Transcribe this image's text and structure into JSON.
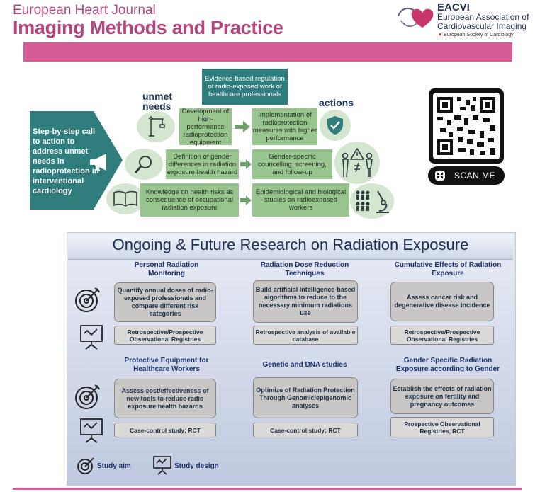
{
  "journal": {
    "line1": "European Heart Journal",
    "line2": "Imaging Methods and Practice"
  },
  "eacvi": {
    "short": "EACVI",
    "name_line1": "European Association of",
    "name_line2": "Cardiovascular Imaging",
    "esc": "European Society of Cardiology"
  },
  "top_section": {
    "center_title": "Evidence-based regulation of radio-exposed work of healthcare professionals",
    "unmet_line1": "unmet",
    "unmet_line2": "needs",
    "actions": "actions",
    "arrow_text": "Step-by-step call to action to address unmet needs in radioprotection in interventional cardiology",
    "rows": [
      {
        "need": "Development of high-performance radioprotection equipment",
        "action": "Implementation of radioprotection measures with higher performance"
      },
      {
        "need": "Definition of gender differences in radiation exposure health hazard",
        "action": "Gender-specific councelling, screening, and follow-up"
      },
      {
        "need": "Knowledge on health risks as consequence of occupational radiation exposure",
        "action": "Epidemiological and biological studies on radioexposed workers"
      }
    ]
  },
  "qr": {
    "label": "SCAN ME"
  },
  "research": {
    "title": "Ongoing & Future Research on Radiation Exposure",
    "cells": [
      {
        "title": "Personal Radiation Monitoring",
        "aim": "Quantify annual doses of radio-exposed professionals and compare different risk categories",
        "design": "Retrospective/Prospective Observational Registries"
      },
      {
        "title": "Radiation Dose Reduction Techniques",
        "aim": "Build  artificial Intelligence-based algorithms to reduce to the necessary minimum radiations use",
        "design": "Retrospective analysis of available database"
      },
      {
        "title": "Cumulative Effects of Radiation Exposure",
        "aim": "Assess cancer risk and degenerative disease incidence",
        "design": "Retrospective/Prospective Observational Registries"
      },
      {
        "title": "Protective Equipment for Healthcare Workers",
        "aim": "Assess cost/effectiveness of new tools to reduce radio exposure health hazards",
        "design": "Case-control study; RCT"
      },
      {
        "title": "Genetic and DNA studies",
        "aim": "Optimize of Radiation Protection Through Genomic/epigenomic analyses",
        "design": "Case-control study; RCT"
      },
      {
        "title": "Gender Specific Radiation Exposure according to Gender",
        "aim": "Establish the effects of radiation exposure on fertility and pregnancy outcomes",
        "design": "Prospective Observational Registries, RCT"
      }
    ],
    "legend": {
      "aim": "Study aim",
      "design": "Study design"
    }
  },
  "colors": {
    "brand_pink": "#d65b96",
    "teal": "#2f7d7d",
    "green": "#98c58e",
    "navy": "#1c2f6a"
  }
}
